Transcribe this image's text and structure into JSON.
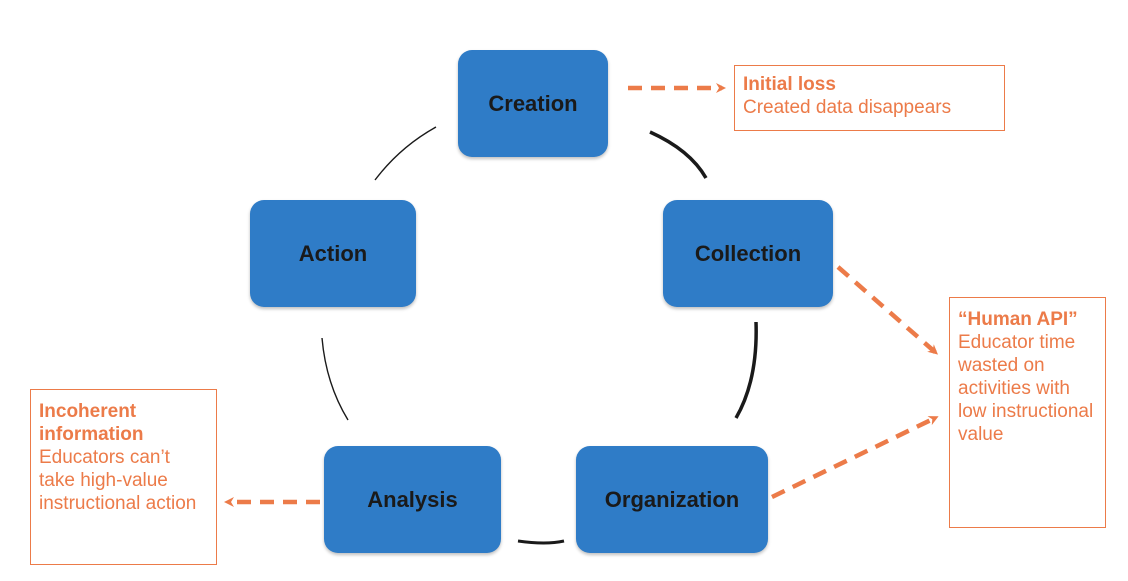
{
  "colors": {
    "node_fill": "#2f7cc7",
    "node_text": "#1a1a1a",
    "accent": "#ec7b49",
    "cycle_line": "#1a1a1a"
  },
  "nodes": {
    "creation": "Creation",
    "collection": "Collection",
    "organization": "Organization",
    "analysis": "Analysis",
    "action": "Action"
  },
  "notes": {
    "initial_loss": {
      "title": "Initial loss",
      "body": "Created data disappears"
    },
    "human_api": {
      "title": "“Human API”",
      "body": "Educator time wasted on activities with low instructional value"
    },
    "incoherent": {
      "title": "Incoherent information",
      "body": "Educators can’t take high-value instructional action"
    }
  }
}
